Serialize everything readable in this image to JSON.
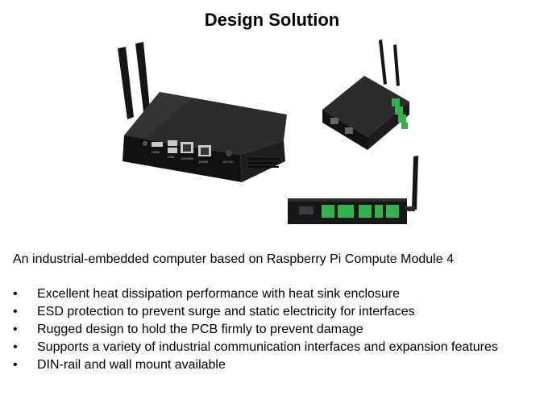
{
  "slide": {
    "title": "Design Solution",
    "intro": "An industrial-embedded computer based on Raspberry Pi Compute Module 4",
    "bullets": [
      "Excellent heat dissipation performance with heat sink enclosure",
      "ESD protection to prevent surge and static electricity for interfaces",
      "Rugged design to hold the PCB firmly to prevent damage",
      "Supports a variety of industrial communication interfaces and expansion features",
      "DIN-rail and wall mount available"
    ],
    "bullet_glyph": "•"
  },
  "product_images": {
    "main_port_labels": [
      "HDMI",
      "USB",
      "10/100M",
      "1000M",
      "12V DC"
    ],
    "colors": {
      "enclosure": "#1c1c1e",
      "terminal": "#2fb34a",
      "port": "#c9c9c9"
    }
  }
}
